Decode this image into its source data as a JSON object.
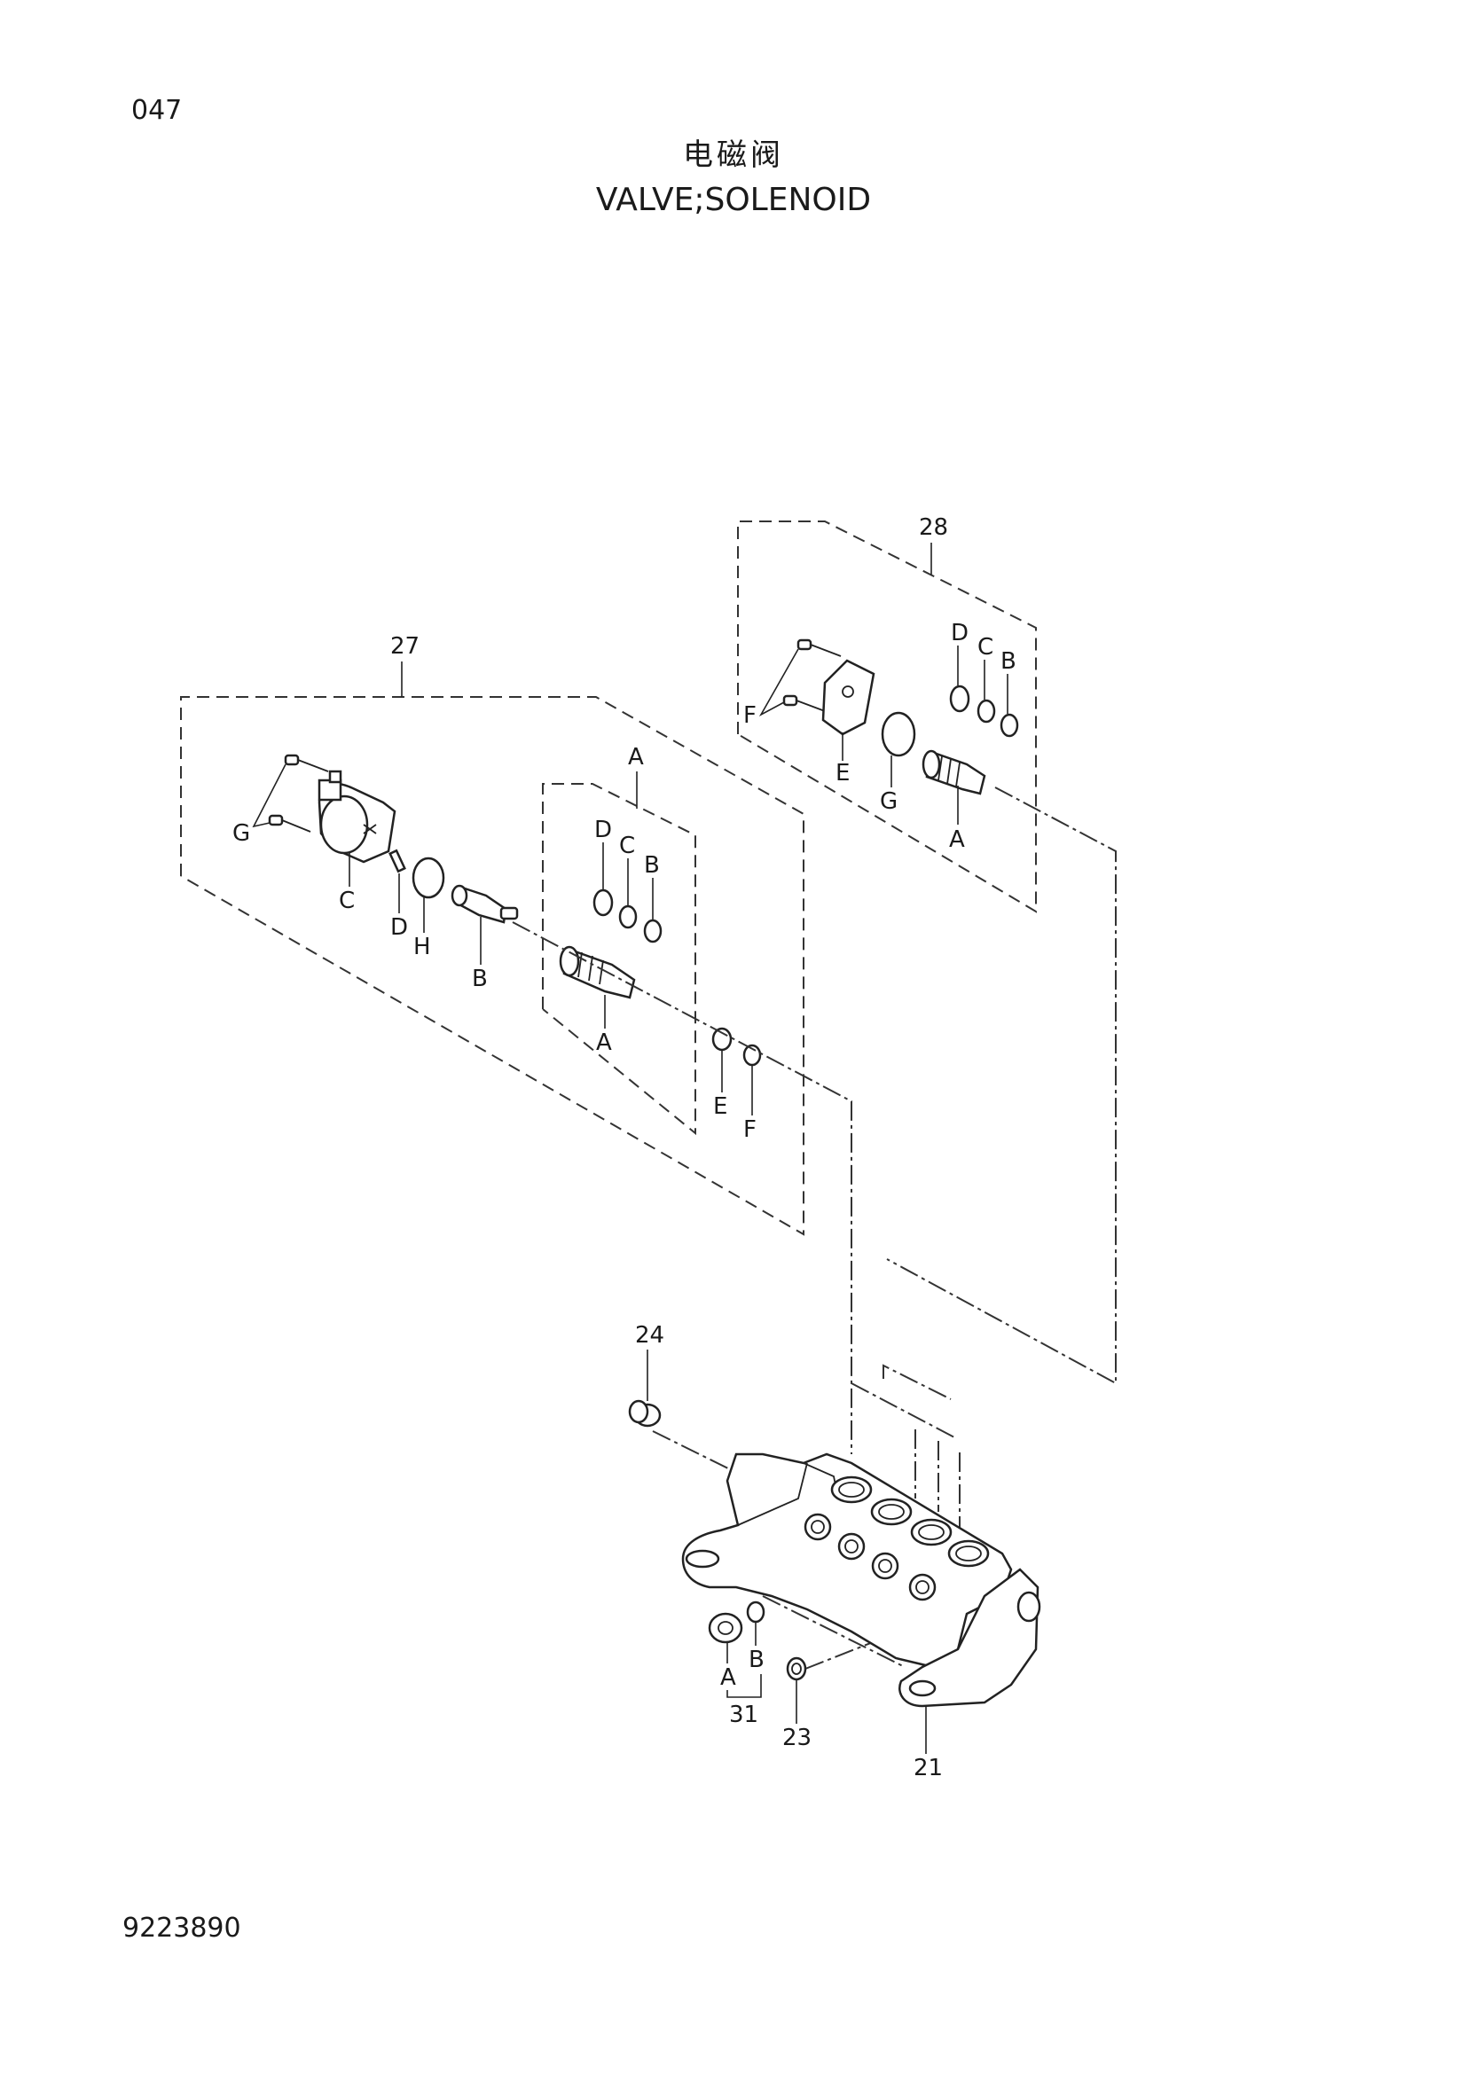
{
  "header": {
    "page_number": "047",
    "title_cn": "电磁阀",
    "title_en": "VALVE;SOLENOID"
  },
  "footer": {
    "doc_number": "9223890"
  },
  "callouts": {
    "group_27": "27",
    "group_28": "28",
    "item_21": "21",
    "item_23": "23",
    "item_24": "24",
    "item_31": "31",
    "g27": {
      "A_box": "A",
      "G": "G",
      "C": "C",
      "D_pin": "D",
      "H": "H",
      "B_spool": "B",
      "D": "D",
      "C_ring": "C",
      "B_ring": "B",
      "A_sleeve": "A",
      "E": "E",
      "F": "F"
    },
    "g28": {
      "D": "D",
      "C": "C",
      "B": "B",
      "F": "F",
      "E": "E",
      "G": "G",
      "A": "A"
    },
    "g31": {
      "A": "A",
      "B": "B"
    }
  }
}
